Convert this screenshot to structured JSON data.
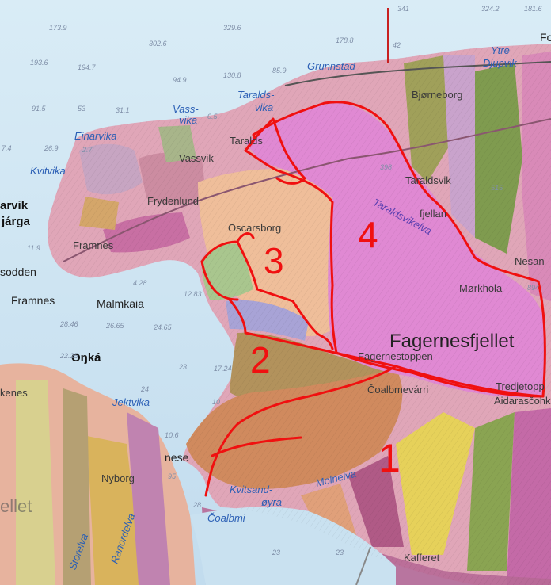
{
  "map": {
    "place_names": [
      {
        "id": "fagernesfjellet",
        "text": "Fagernesfjellet"
      },
      {
        "id": "fagernestoppen",
        "text": "Fagernestoppen"
      },
      {
        "id": "coalbmevarri",
        "text": "Čoalbmevárri"
      },
      {
        "id": "tredjetoppen",
        "text": "Tredjetopp"
      },
      {
        "id": "aidarascohkka",
        "text": "Áidarasčohk"
      },
      {
        "id": "morkhola",
        "text": "Mørkhola"
      },
      {
        "id": "fjellan",
        "text": "fjellan"
      },
      {
        "id": "taraldsvik",
        "text": "Taraldsvik"
      },
      {
        "id": "taraldsvikelva",
        "text": "Taraldsvikelva"
      },
      {
        "id": "bjorneborg",
        "text": "Bjørneborg"
      },
      {
        "id": "nesan",
        "text": "Nesan"
      },
      {
        "id": "oscarsborg",
        "text": "Oscarsborg"
      },
      {
        "id": "frydenlund",
        "text": "Frydenlund"
      },
      {
        "id": "framnes",
        "text": "Framnes"
      },
      {
        "id": "framnes2",
        "text": "Framnes"
      },
      {
        "id": "malmkaia",
        "text": "Malmkaia"
      },
      {
        "id": "nyborg",
        "text": "Nyborg"
      },
      {
        "id": "nese",
        "text": "nese"
      },
      {
        "id": "fo",
        "text": "Fo"
      },
      {
        "id": "sodden",
        "text": "sodden"
      },
      {
        "id": "kenes",
        "text": "kenes"
      },
      {
        "id": "elvet",
        "text": "ellet"
      },
      {
        "id": "kaffer",
        "text": "Kafferet"
      },
      {
        "id": "vassvik",
        "text": "Vassvik"
      },
      {
        "id": "taralds",
        "text": "Taralds"
      }
    ],
    "big_labels": [
      {
        "id": "narvik",
        "text": "arvik"
      },
      {
        "id": "narvik_sami",
        "text": "járga"
      },
      {
        "id": "onka",
        "text": "Oŋká"
      }
    ],
    "water_names": [
      {
        "id": "grunnstad",
        "text": "Grunnstad-"
      },
      {
        "id": "taraldsvika",
        "text": "Taralds-"
      },
      {
        "id": "taraldsvika2",
        "text": "vika"
      },
      {
        "id": "vassvika",
        "text": "Vass-"
      },
      {
        "id": "vassvika2",
        "text": "vika"
      },
      {
        "id": "einarvika",
        "text": "Einarvika"
      },
      {
        "id": "kvitvika",
        "text": "Kvitvika"
      },
      {
        "id": "ytre",
        "text": "Ytre"
      },
      {
        "id": "djupvik",
        "text": "Djupvik"
      },
      {
        "id": "jektvika",
        "text": "Jektvika"
      },
      {
        "id": "kvitsand",
        "text": "Kvitsand-"
      },
      {
        "id": "oyra",
        "text": "øyra"
      },
      {
        "id": "coalbmi",
        "text": "Čoalbmi"
      },
      {
        "id": "molnelva",
        "text": "Molnelva"
      },
      {
        "id": "storelva",
        "text": "Storelva"
      },
      {
        "id": "ranordelva",
        "text": "Ranordelva"
      }
    ],
    "depths": [
      "341",
      "324.2",
      "181.6",
      "173.9",
      "302.6",
      "329.6",
      "178.8",
      "42",
      "193.6",
      "194.7",
      "94.9",
      "130.8",
      "85.9",
      "91.5",
      "53",
      "31.1",
      "7.4",
      "26.9",
      "2.7",
      "0.5",
      "11.9",
      "12.83",
      "28.46",
      "26.65",
      "24.65",
      "22.25",
      "23",
      "17.24",
      "24",
      "10.6",
      "23",
      "23",
      "398",
      "515",
      "894",
      "4.28",
      "10",
      "28",
      "95"
    ],
    "zone_numbers": [
      "1",
      "2",
      "3",
      "4"
    ],
    "colors": {
      "sea": "#cfe4f2",
      "zone_outline": "#f01010",
      "water_label": "#2b5fb5"
    }
  }
}
